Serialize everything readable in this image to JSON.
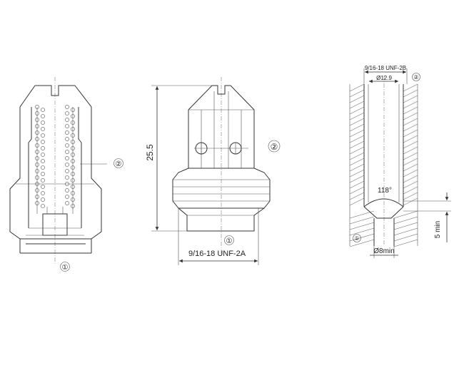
{
  "left_view": {
    "callouts": [
      "①",
      "②"
    ]
  },
  "middle_view": {
    "height_dim": "25.5",
    "thread_label": "9/16-18 UNF-2A",
    "callouts": [
      "①",
      "②"
    ]
  },
  "right_view": {
    "thread_label": "9/16-18 UNF-2B",
    "bore_dia": "Ø12.9",
    "angle": "118°",
    "min_depth": "5 min",
    "drill_dia": "Ø8min",
    "callouts": [
      "①",
      "②"
    ]
  }
}
